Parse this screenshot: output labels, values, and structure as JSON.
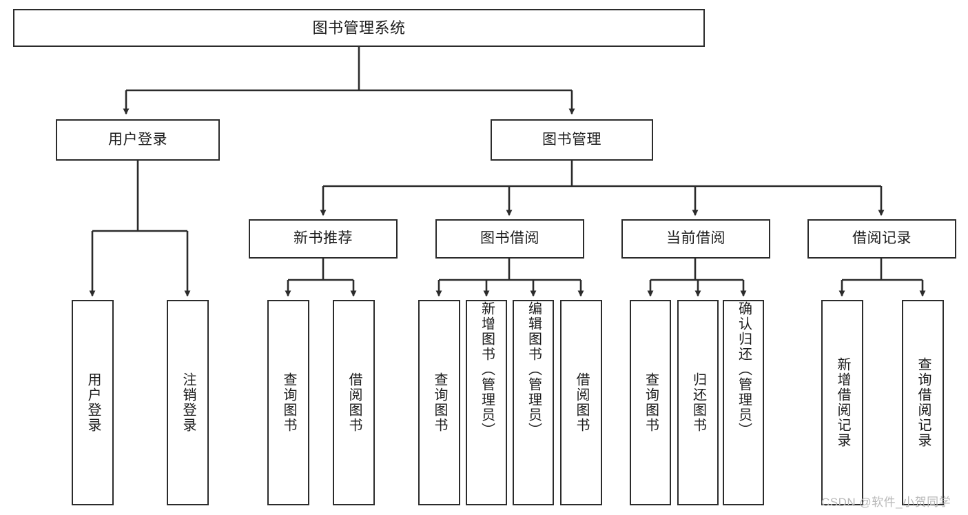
{
  "diagram": {
    "title": "图书管理系统",
    "type": "tree-hierarchy-chart",
    "watermark": "CSDN @软件_小贺同学",
    "accent_color": "#2b2b2b",
    "background_color": "#ffffff",
    "root": {
      "label": "图书管理系统"
    },
    "level2": [
      {
        "label": "用户登录"
      },
      {
        "label": "图书管理"
      }
    ],
    "level3": [
      {
        "label": "新书推荐"
      },
      {
        "label": "图书借阅"
      },
      {
        "label": "当前借阅"
      },
      {
        "label": "借阅记录"
      }
    ],
    "leaves": [
      {
        "label": "用户登录",
        "parent": "用户登录"
      },
      {
        "label": "注销登录",
        "parent": "用户登录"
      },
      {
        "label": "查询图书",
        "parent": "新书推荐"
      },
      {
        "label": "借阅图书",
        "parent": "新书推荐"
      },
      {
        "label": "查询图书",
        "parent": "图书借阅"
      },
      {
        "label": "新增图书（管理员）",
        "parent": "图书借阅"
      },
      {
        "label": "编辑图书（管理员）",
        "parent": "图书借阅"
      },
      {
        "label": "借阅图书",
        "parent": "图书借阅"
      },
      {
        "label": "查询图书",
        "parent": "当前借阅"
      },
      {
        "label": "归还图书",
        "parent": "当前借阅"
      },
      {
        "label": "确认归还（管理员）",
        "parent": "当前借阅"
      },
      {
        "label": "新增借阅记录",
        "parent": "借阅记录"
      },
      {
        "label": "查询借阅记录",
        "parent": "借阅记录"
      }
    ]
  }
}
